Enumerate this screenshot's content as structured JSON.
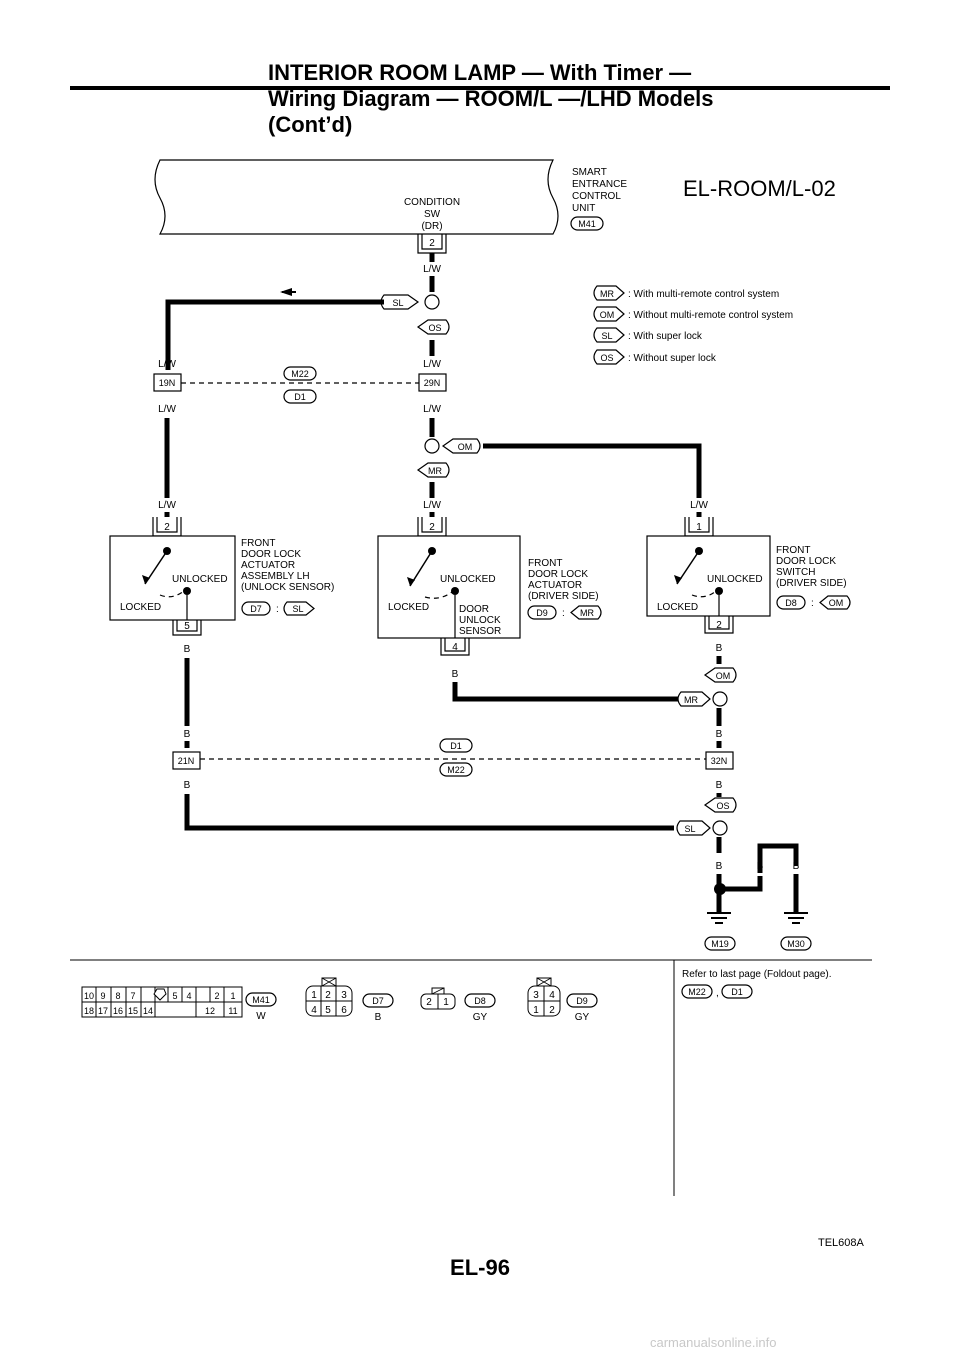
{
  "header": {
    "line1": "INTERIOR ROOM LAMP — With Timer —",
    "line2": "Wiring Diagram — ROOM/L —/LHD Models",
    "line3": "(Cont’d)"
  },
  "diagram_code": "EL-ROOM/L-02",
  "control_unit": {
    "name_lines": [
      "SMART",
      "ENTRANCE",
      "CONTROL",
      "UNIT"
    ],
    "connector": "M41",
    "terminal_label_lines": [
      "CONDITION",
      "SW",
      "(DR)"
    ],
    "terminal": "2"
  },
  "legend": [
    {
      "code": "MR",
      "text": ": With multi-remote control system"
    },
    {
      "code": "OM",
      "text": ": Without multi-remote control system"
    },
    {
      "code": "SL",
      "text": ": With super lock"
    },
    {
      "code": "OS",
      "text": ": Without super lock"
    }
  ],
  "wire_colors": {
    "lw": "L/W",
    "b": "B"
  },
  "joints": {
    "upper": {
      "left": "19N",
      "right": "29N",
      "conn_top": "M22",
      "conn_bottom": "D1"
    },
    "lower": {
      "left": "21N",
      "right": "32N",
      "conn_top": "D1",
      "conn_bottom": "M22"
    }
  },
  "option_tags": {
    "sl": "SL",
    "os": "OS",
    "om": "OM",
    "mr": "MR"
  },
  "components": [
    {
      "name_lines": [
        "FRONT",
        "DOOR LOCK",
        "ACTUATOR",
        "ASSEMBLY LH",
        "(UNLOCK SENSOR)"
      ],
      "connector": "D7",
      "option": "SL",
      "sep": ":",
      "terminal_top": "2",
      "terminal_bottom": "5",
      "unlocked": "UNLOCKED",
      "locked": "LOCKED"
    },
    {
      "name_lines": [
        "FRONT",
        "DOOR LOCK",
        "ACTUATOR",
        "(DRIVER SIDE)"
      ],
      "connector": "D9",
      "option": "MR",
      "sep": ":",
      "terminal_top": "2",
      "terminal_bottom": "4",
      "unlocked": "UNLOCKED",
      "locked": "LOCKED",
      "sensor_lines": [
        "DOOR",
        "UNLOCK",
        "SENSOR"
      ]
    },
    {
      "name_lines": [
        "FRONT",
        "DOOR LOCK",
        "SWITCH",
        "(DRIVER SIDE)"
      ],
      "connector": "D8",
      "option": "OM",
      "sep": ":",
      "terminal_top": "1",
      "terminal_bottom": "2",
      "unlocked": "UNLOCKED",
      "locked": "LOCKED"
    }
  ],
  "grounds": [
    "M19",
    "M30"
  ],
  "connectors": {
    "m41": {
      "id": "M41",
      "color": "W",
      "row1": [
        "10",
        "9",
        "8",
        "7",
        "",
        "",
        "5",
        "4",
        "",
        "2",
        "1"
      ],
      "row2": [
        "18",
        "17",
        "16",
        "15",
        "14",
        "",
        "",
        "12",
        "11"
      ]
    },
    "d7": {
      "id": "D7",
      "color": "B",
      "row1": [
        "1",
        "2",
        "3"
      ],
      "row2": [
        "4",
        "5",
        "6"
      ]
    },
    "d8": {
      "id": "D8",
      "color": "GY",
      "row1": [
        "2",
        "1"
      ]
    },
    "d9": {
      "id": "D9",
      "color": "GY",
      "row1": [
        "3",
        "4"
      ],
      "row2": [
        "1",
        "2"
      ]
    }
  },
  "foldout": {
    "text": "Refer to last page (Foldout page).",
    "conn1": "M22",
    "sep": ",",
    "conn2": "D1"
  },
  "figure_ref": "TEL608A",
  "page_number": "EL-96",
  "watermark": "carmanualsonline.info"
}
